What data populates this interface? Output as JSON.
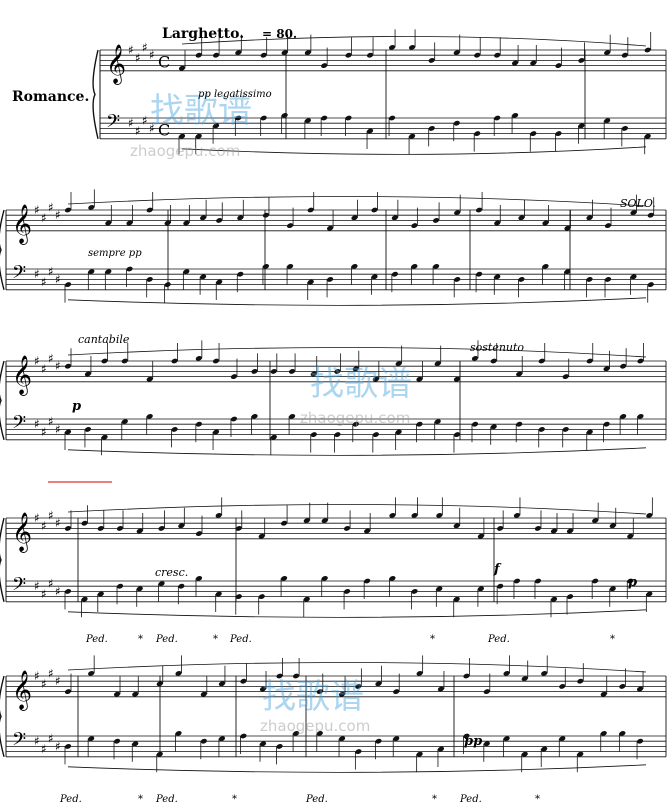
{
  "piece": {
    "title": "Romance.",
    "tempo_word": "Larghetto.",
    "metronome": "= 80."
  },
  "markings": {
    "pp_legatissimo": "pp legatissimo",
    "sempre_pp": "sempre pp",
    "solo": "SOLO.",
    "cantabile": "cantabile",
    "sostenuto": "sostenuto",
    "p1": "p",
    "cresc": "cresc.",
    "f": "f",
    "p2": "p",
    "pp": "pp",
    "ped": "Ped.",
    "ped_release": "*"
  },
  "watermark": {
    "chars": "找歌谱",
    "url": "zhaogepu.com"
  }
}
